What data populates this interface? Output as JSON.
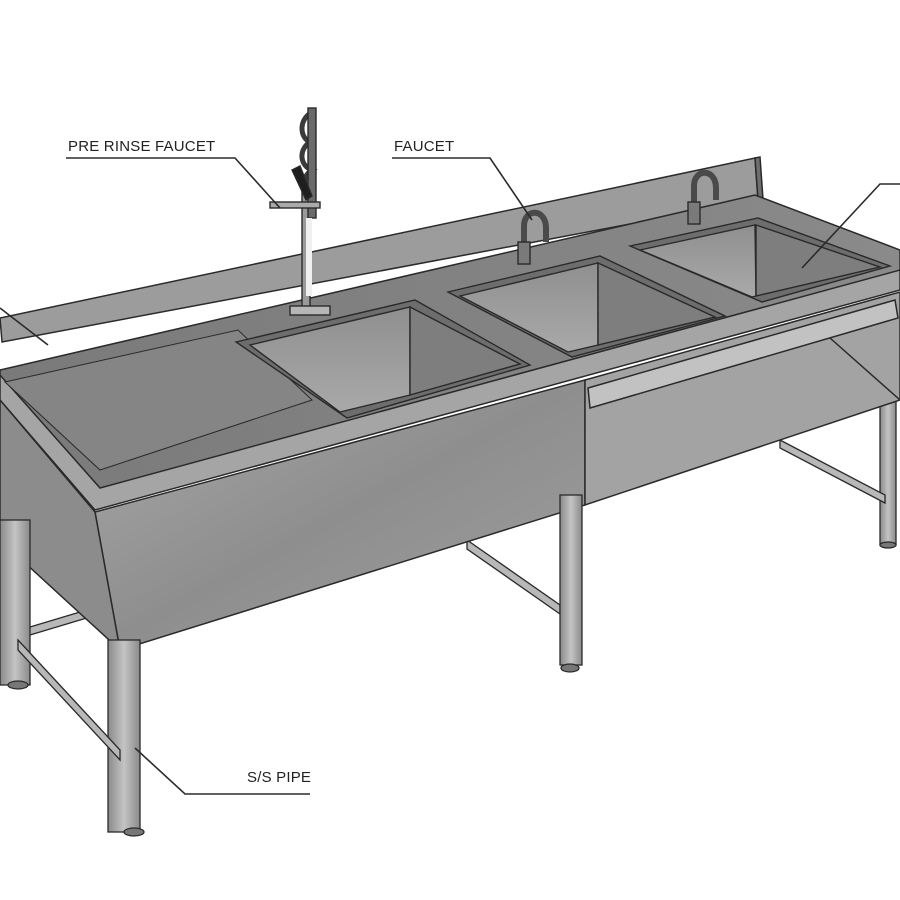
{
  "diagram": {
    "subject": "stainless steel three-compartment sink table",
    "callouts": {
      "pre_rinse_faucet": "PRE RINSE FAUCET",
      "faucet": "FAUCET",
      "pipe": "S/S PIPE"
    }
  },
  "colors": {
    "background": "#ffffff",
    "steel_top": "#7c7c7c",
    "steel_side": "#9a9a9a",
    "steel_light": "#b4b4b4",
    "outline": "#2a2a2a"
  }
}
